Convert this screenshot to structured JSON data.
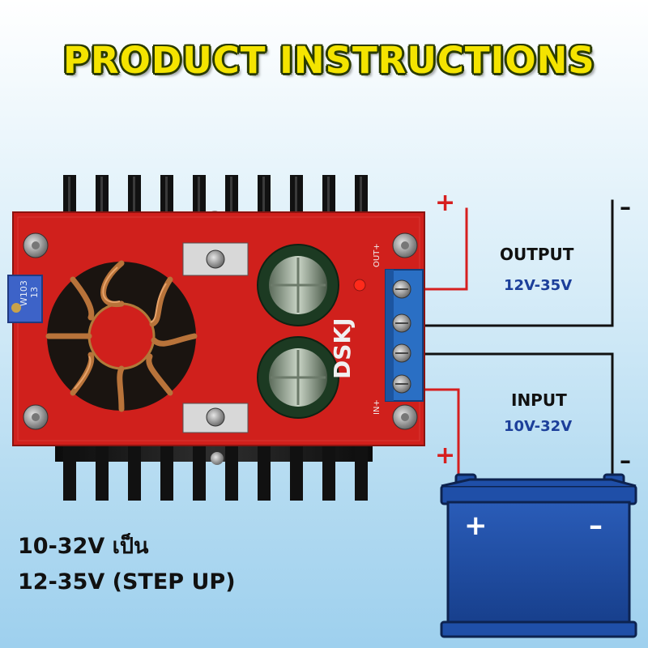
{
  "banner": {
    "title": "PRODUCT INSTRUCTIONS"
  },
  "output": {
    "label": "OUTPUT",
    "range": "12V-35V",
    "plus": "+",
    "minus": "–"
  },
  "input": {
    "label": "INPUT",
    "range": "10V-32V",
    "plus": "+",
    "minus": "–"
  },
  "battery": {
    "plus": "+",
    "minus": "–"
  },
  "board": {
    "brand_marking": "DSKJ",
    "pot_marking_1": "W103",
    "pot_marking_2": "13",
    "terminal_out_marking": "OUT+",
    "terminal_in_marking": "IN+"
  },
  "caption": {
    "line1": "10-32V เป็น",
    "line2": "12-35V (STEP UP)"
  },
  "colors": {
    "title_fill": "#f4e400",
    "title_outline": "#2a3b00",
    "pcb_red": "#d0201c",
    "terminal_blue": "#2a6fc4",
    "battery_blue": "#1f4fa8",
    "wire_red": "#d61f1f",
    "range_blue": "#1c3f9a"
  }
}
